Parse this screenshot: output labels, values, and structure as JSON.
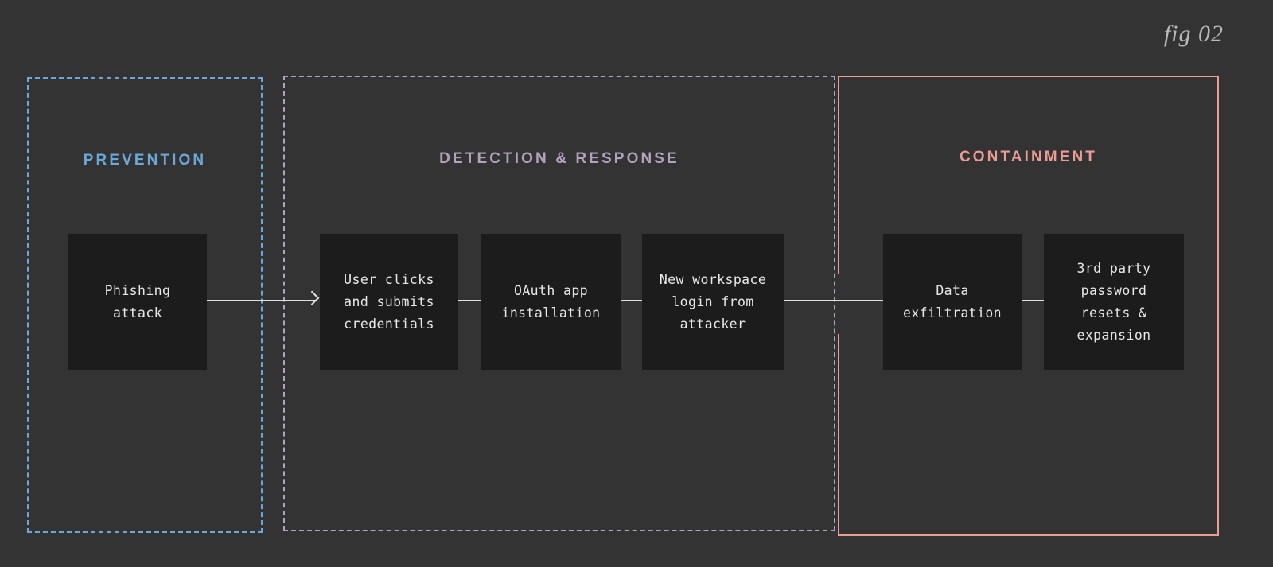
{
  "figure": {
    "label": "fig 02",
    "background_color": "#333333",
    "node_fill_color": "#1c1c1c",
    "connector_color": "#e0e0e0"
  },
  "phases": [
    {
      "id": "prevention",
      "title": "PREVENTION",
      "color": "#6ba8d9",
      "border_style": "dashed"
    },
    {
      "id": "detection-response",
      "title": "DETECTION & RESPONSE",
      "color": "#b3a2bd",
      "border_style": "dashed"
    },
    {
      "id": "containment",
      "title": "CONTAINMENT",
      "color": "#eb9d93",
      "border_style": "solid"
    }
  ],
  "nodes": [
    {
      "id": "phishing",
      "label": "Phishing\nattack",
      "phase": "prevention"
    },
    {
      "id": "user-clicks",
      "label": "User clicks\nand submits\ncredentials",
      "phase": "detection-response"
    },
    {
      "id": "oauth",
      "label": "OAuth app\ninstallation",
      "phase": "detection-response"
    },
    {
      "id": "workspace",
      "label": "New workspace\nlogin from\nattacker",
      "phase": "detection-response"
    },
    {
      "id": "exfiltration",
      "label": "Data\nexfiltration",
      "phase": "containment"
    },
    {
      "id": "thirdparty",
      "label": "3rd party\npassword\nresets &\nexpansion",
      "phase": "containment"
    }
  ],
  "connectors": [
    {
      "id": "conn-1",
      "from": "phishing",
      "to": "user-clicks",
      "start_marker": "dot",
      "end_marker": "arrow"
    },
    {
      "id": "conn-2",
      "from": "user-clicks",
      "to": "oauth",
      "start_marker": "none",
      "end_marker": "arrow"
    },
    {
      "id": "conn-3",
      "from": "oauth",
      "to": "workspace",
      "start_marker": "none",
      "end_marker": "arrow"
    },
    {
      "id": "conn-4",
      "from": "workspace",
      "to": "exfiltration",
      "start_marker": "none",
      "end_marker": "arrow"
    },
    {
      "id": "conn-5",
      "from": "exfiltration",
      "to": "thirdparty",
      "start_marker": "none",
      "end_marker": "arrow"
    }
  ]
}
